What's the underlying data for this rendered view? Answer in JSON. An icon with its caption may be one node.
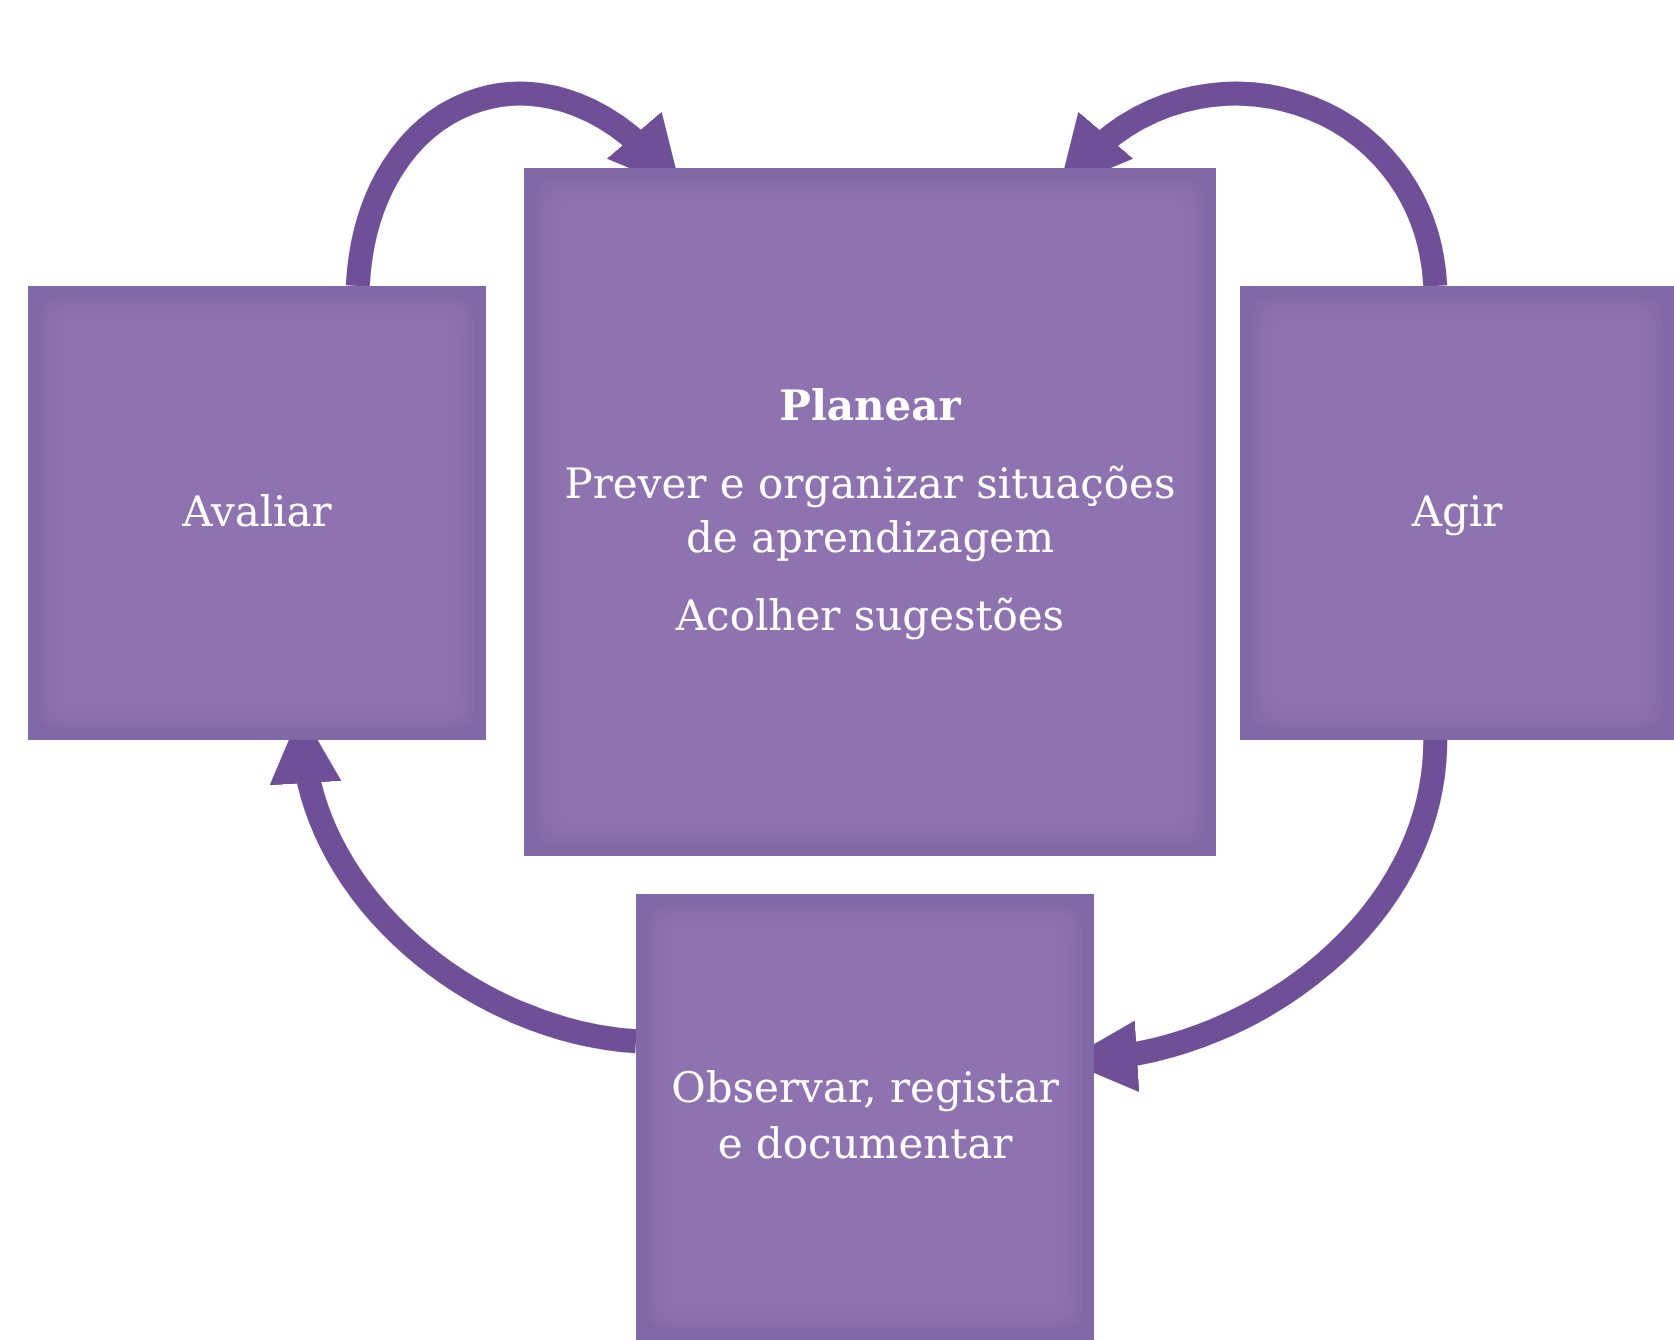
{
  "diagram": {
    "nodes": [
      {
        "text": [
          "Planear",
          "Prever e organizar situações de aprendizagem",
          "Acolher sugestões"
        ]
      },
      {
        "text": [
          "Avaliar"
        ]
      },
      {
        "text": [
          "Agir"
        ]
      },
      {
        "text": [
          "Observar, registar e documentar"
        ]
      }
    ],
    "edges": [
      {
        "from": 1,
        "to": 0,
        "arrow": "to"
      },
      {
        "from": 2,
        "to": 0,
        "arrow": "to"
      },
      {
        "from": 2,
        "to": 3,
        "arrow": "to"
      },
      {
        "from": 3,
        "to": 1,
        "arrow": "to"
      }
    ]
  }
}
